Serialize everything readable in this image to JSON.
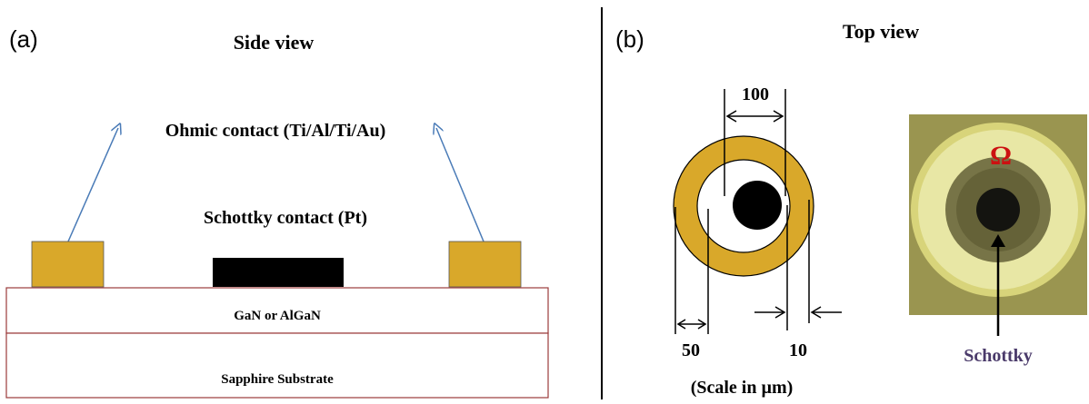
{
  "panel_a": {
    "label": "(a)",
    "title": "Side view",
    "ohmic_label": "Ohmic contact (Ti/Al/Ti/Au)",
    "schottky_label": "Schottky contact (Pt)",
    "layer_top": "GaN or AlGaN",
    "layer_bottom": "Sapphire Substrate"
  },
  "panel_b": {
    "label": "(b)",
    "title": "Top view",
    "dim_inner": "100",
    "dim_left": "50",
    "dim_right": "10",
    "scale_note": "(Scale in µm)",
    "photo_symbol": "Ω",
    "photo_label": "Schottky"
  },
  "colors": {
    "ohmic_gold": "#D9A82A",
    "schottky_black": "#000000",
    "layer_border": "#9B3B3B",
    "arrow_blue": "#4A7BB7",
    "omega_red": "#CC1111",
    "schottky_text": "#4A3A6A"
  }
}
